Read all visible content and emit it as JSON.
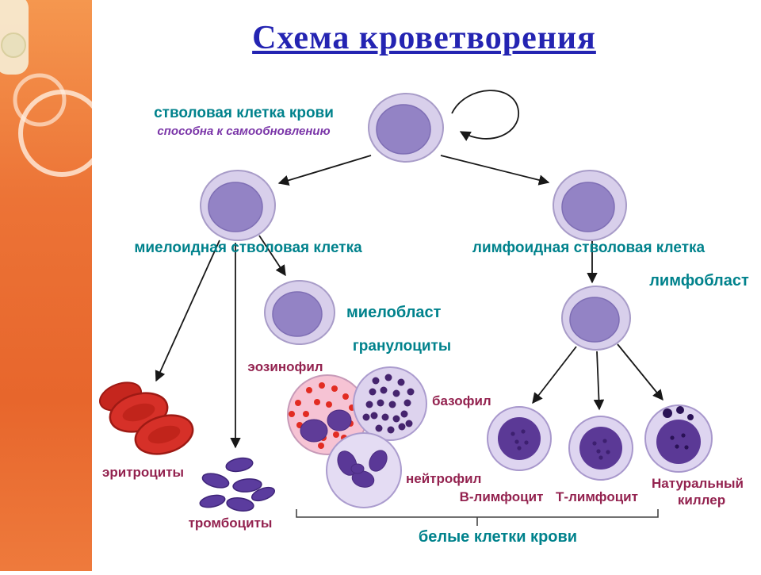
{
  "title": "Схема кроветворения",
  "nodes": {
    "stem_cell": {
      "label": "стволовая клетка крови",
      "sublabel": "способна к самообновлению"
    },
    "myeloid": {
      "label": "миелоидная стволовая клетка"
    },
    "lymphoid": {
      "label": "лимфоидная стволовая клетка"
    },
    "myeloblast": {
      "label": "миелобласт"
    },
    "granulocytes": {
      "label": "гранулоциты"
    },
    "eosinophil": {
      "label": "эозинофил"
    },
    "basophil": {
      "label": "базофил"
    },
    "neutrophil": {
      "label": "нейтрофил"
    },
    "erythrocytes": {
      "label": "эритроциты"
    },
    "platelets": {
      "label": "тромбоциты"
    },
    "lymphoblast": {
      "label": "лимфобласт"
    },
    "b_lymphocyte": {
      "label": "В-лимфоцит"
    },
    "t_lymphocyte": {
      "label": "Т-лимфоцит"
    },
    "natural_killer": {
      "label_line1": "Натуральный",
      "label_line2": "киллер"
    },
    "white_blood_cells": {
      "label": "белые клетки крови"
    }
  },
  "colors": {
    "title_blue": "#2424b2",
    "label_teal": "#00828c",
    "label_maroon": "#93224f",
    "label_purple": "#7a35a8",
    "cell_outer": "#d8cfeb",
    "cell_inner": "#9383c5",
    "red_cell": "#d63028",
    "platelet_purple": "#5b3c9e",
    "eosinophil_pink": "#f6c3d4",
    "strip_orange": "#ec7336"
  }
}
